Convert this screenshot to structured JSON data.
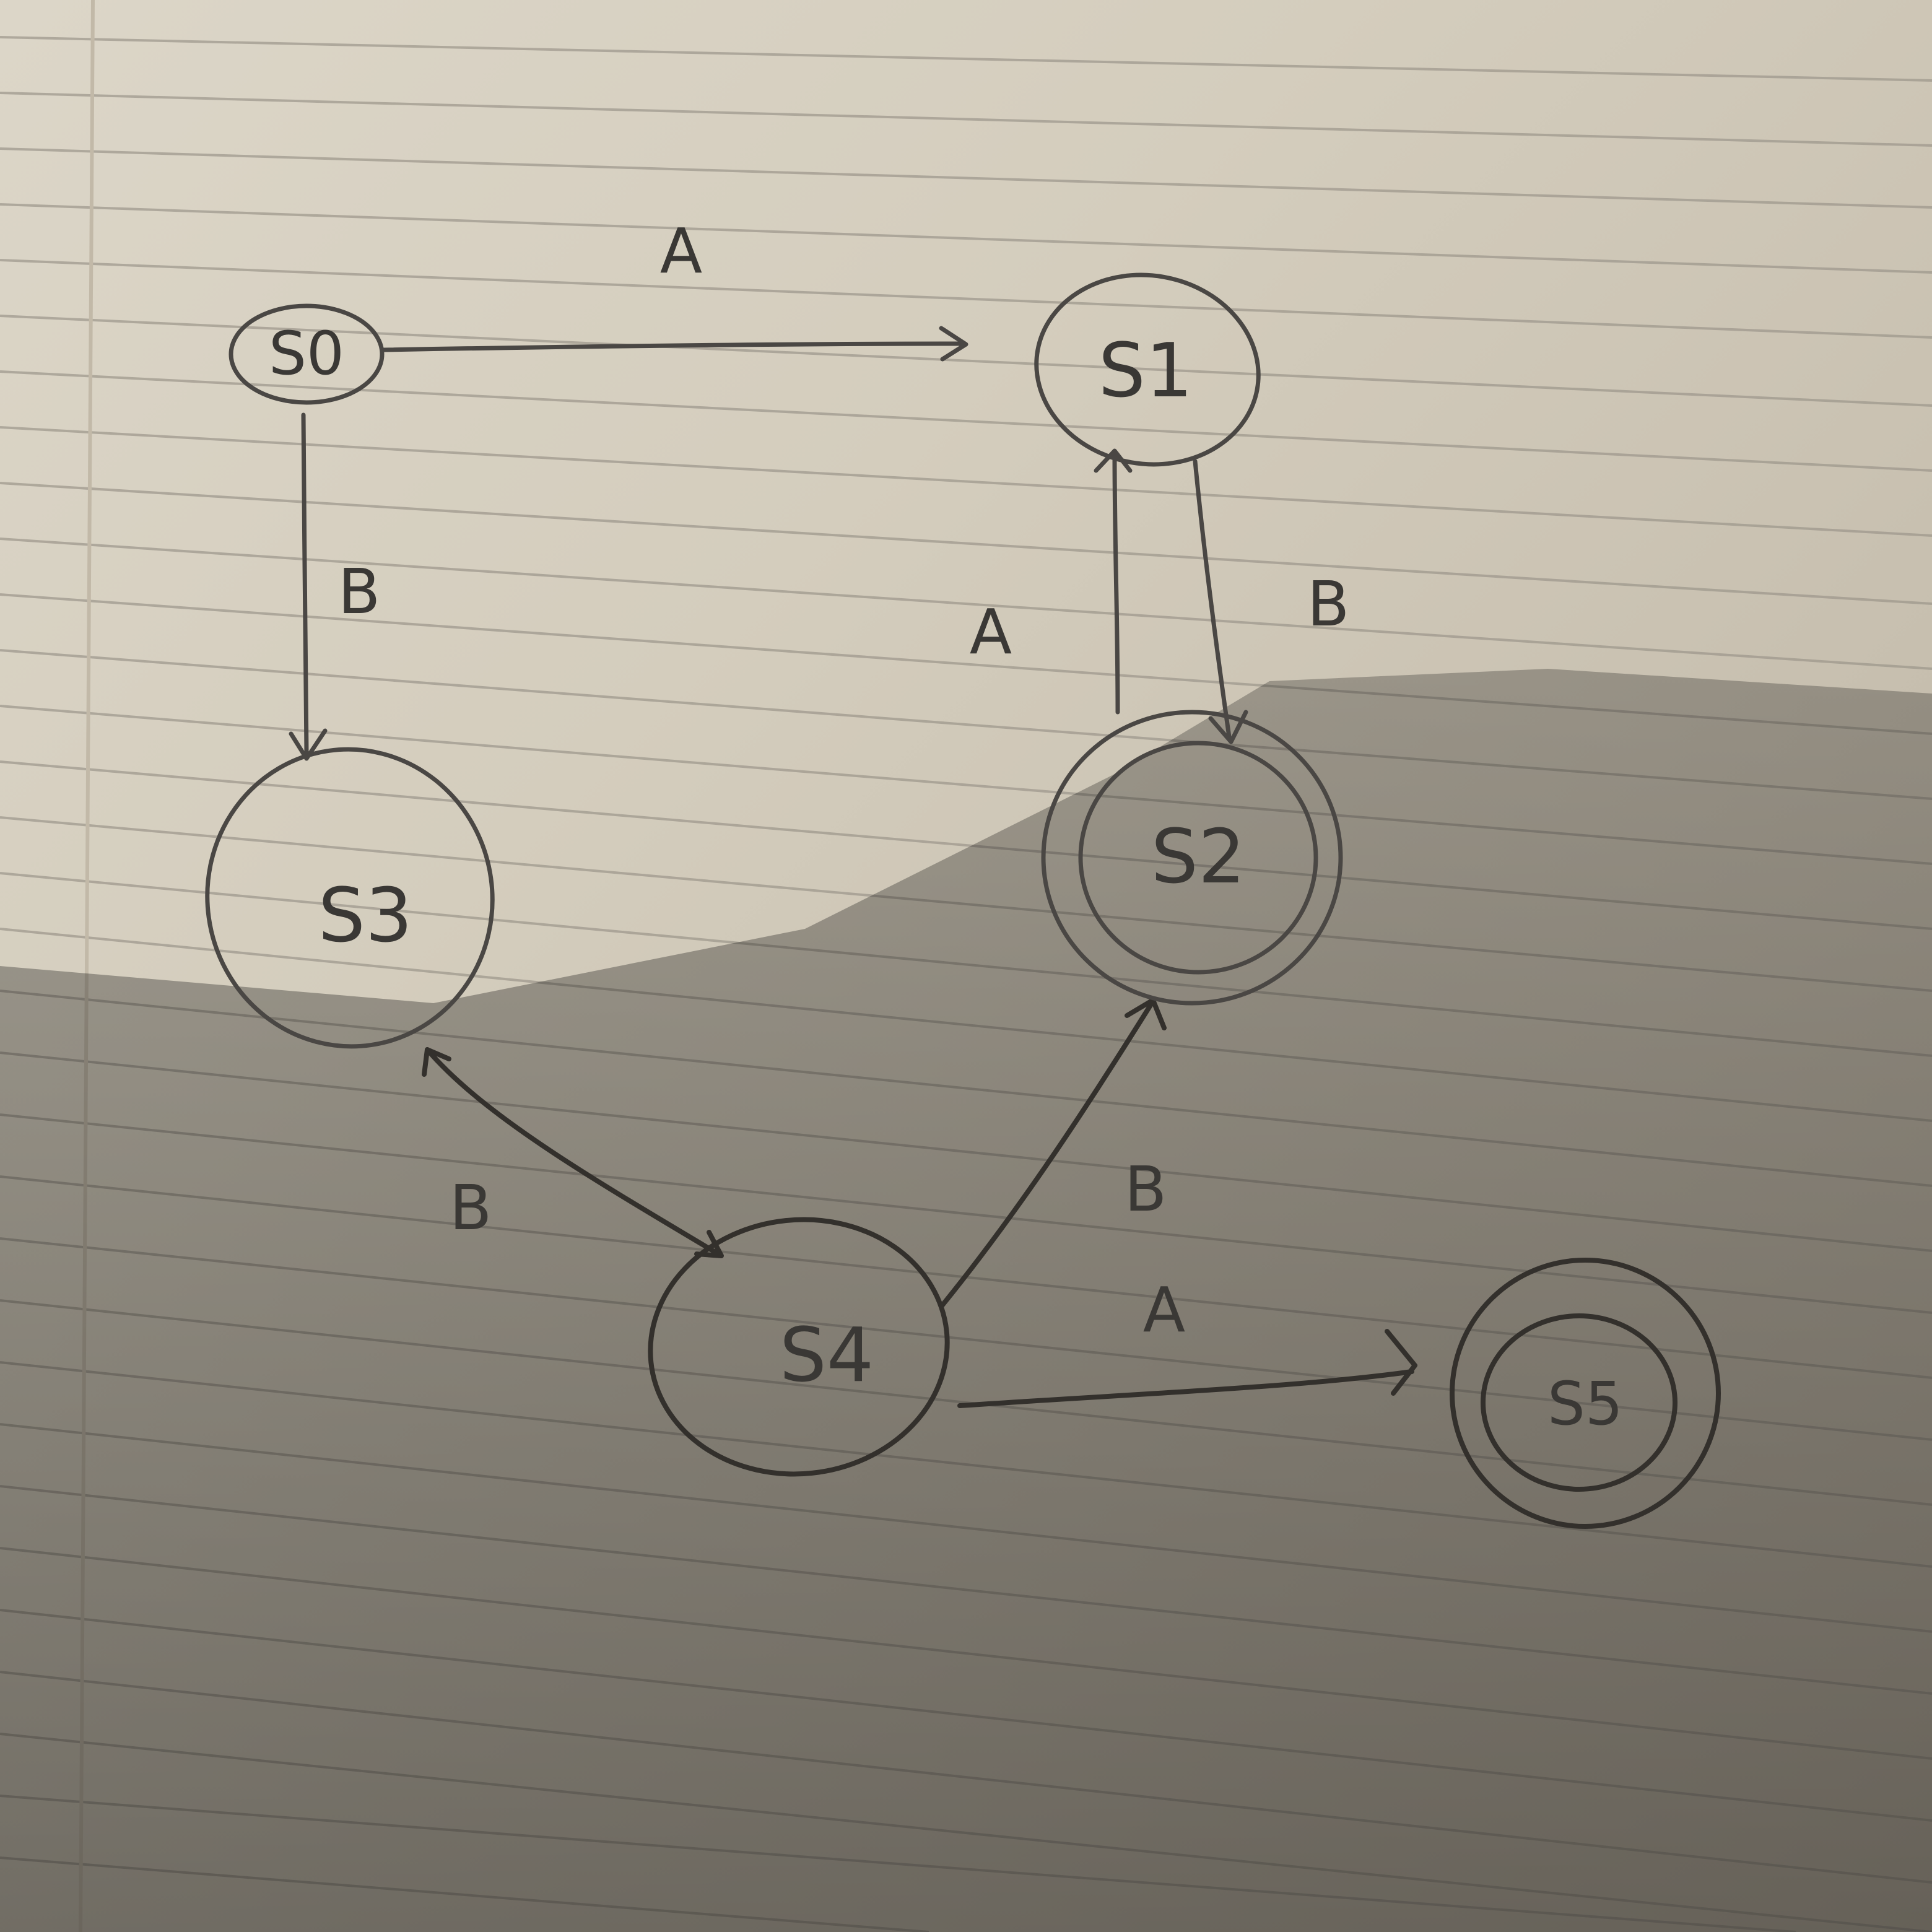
{
  "diagram": {
    "states": [
      {
        "id": "s0",
        "label": "S0",
        "accepting": false
      },
      {
        "id": "s1",
        "label": "S1",
        "accepting": false
      },
      {
        "id": "s2",
        "label": "S2",
        "accepting": true
      },
      {
        "id": "s3",
        "label": "S3",
        "accepting": false
      },
      {
        "id": "s4",
        "label": "S4",
        "accepting": false
      },
      {
        "id": "s5",
        "label": "S5",
        "accepting": true
      }
    ],
    "transitions": [
      {
        "from": "S0",
        "to": "S1",
        "label": "A"
      },
      {
        "from": "S0",
        "to": "S3",
        "label": "B"
      },
      {
        "from": "S2",
        "to": "S1",
        "label": "A"
      },
      {
        "from": "S1",
        "to": "S2",
        "label": "B"
      },
      {
        "from": "S3",
        "to": "S4",
        "label": "B"
      },
      {
        "from": "S4",
        "to": "S2",
        "label": "B"
      },
      {
        "from": "S4",
        "to": "S5",
        "label": "A"
      }
    ]
  }
}
